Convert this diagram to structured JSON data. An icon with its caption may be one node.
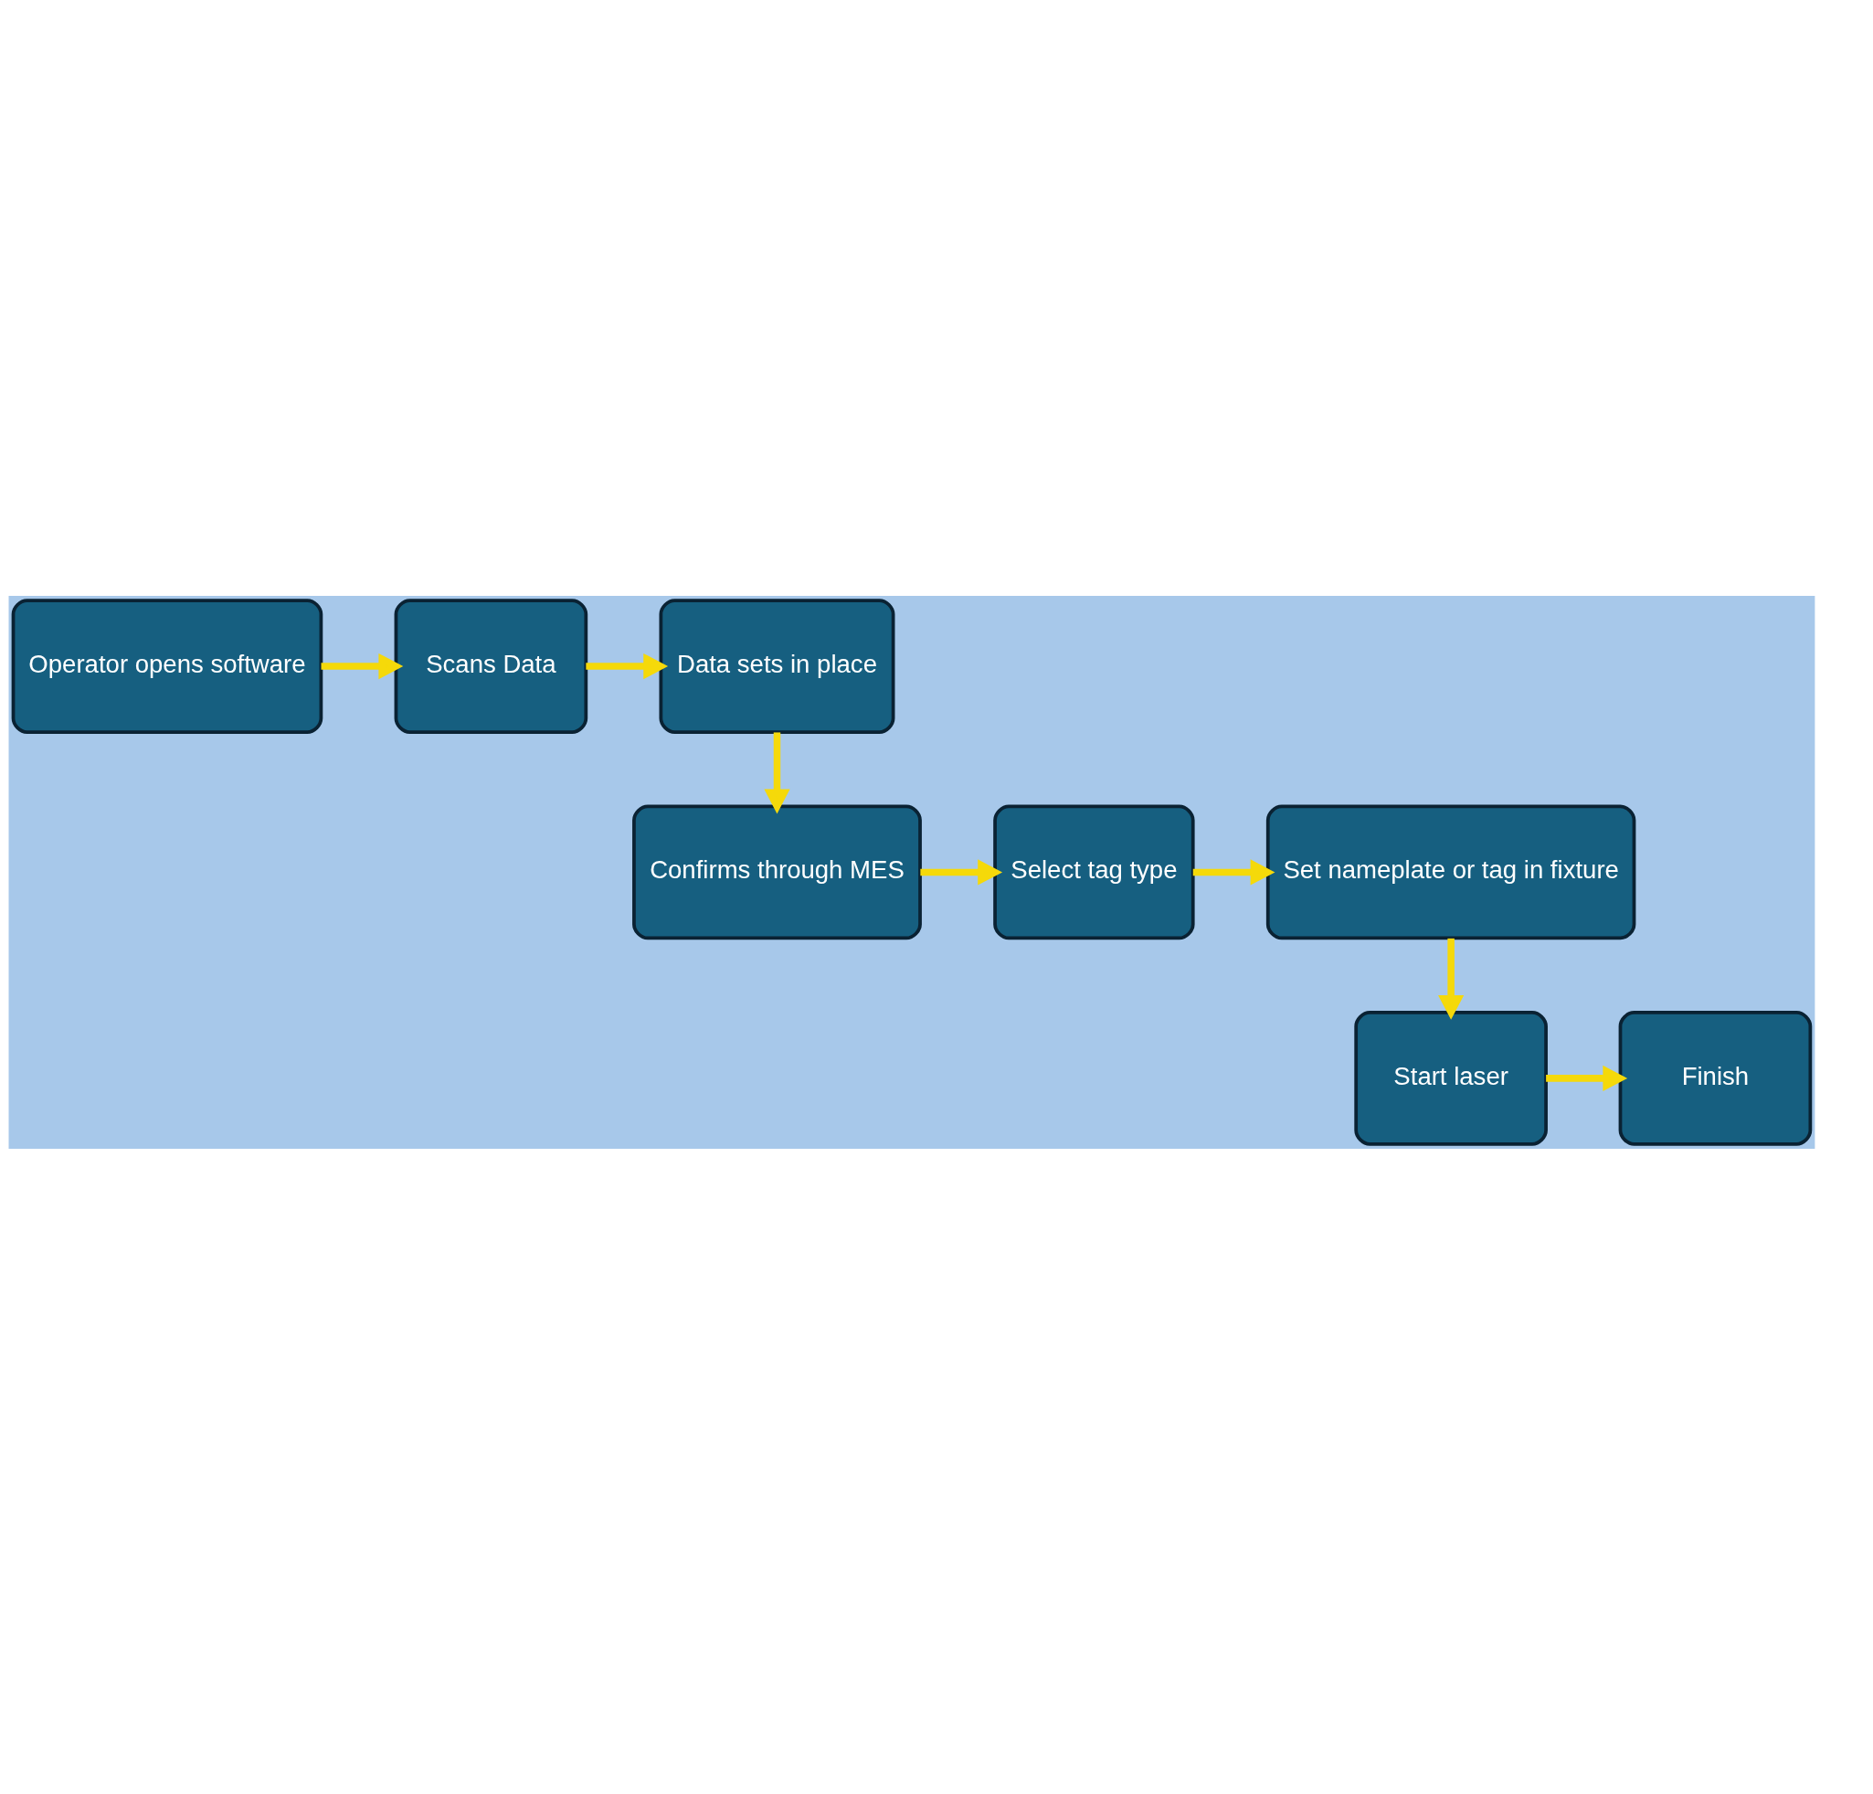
{
  "diagram": {
    "nodes": [
      {
        "text": [
          "Operator opens software"
        ]
      },
      {
        "text": [
          "Scans Data"
        ]
      },
      {
        "text": [
          "Data sets in place"
        ]
      },
      {
        "text": [
          "Set nameplate or tag in fixture"
        ]
      },
      {
        "text": [
          "Select tag type"
        ]
      },
      {
        "text": [
          "Confirms through MES"
        ]
      },
      {
        "text": [
          "Start laser"
        ]
      },
      {
        "text": [
          "Finish"
        ]
      }
    ],
    "edges": [
      {
        "from": 0,
        "to": 1,
        "arrow": "to"
      },
      {
        "from": 1,
        "to": 2,
        "arrow": "to"
      },
      {
        "from": 2,
        "to": 5,
        "arrow": "to"
      },
      {
        "from": 5,
        "to": 4,
        "arrow": "to"
      },
      {
        "from": 4,
        "to": 3,
        "arrow": "to"
      },
      {
        "from": 3,
        "to": 6,
        "arrow": "to"
      },
      {
        "from": 6,
        "to": 7,
        "arrow": "to"
      }
    ]
  }
}
